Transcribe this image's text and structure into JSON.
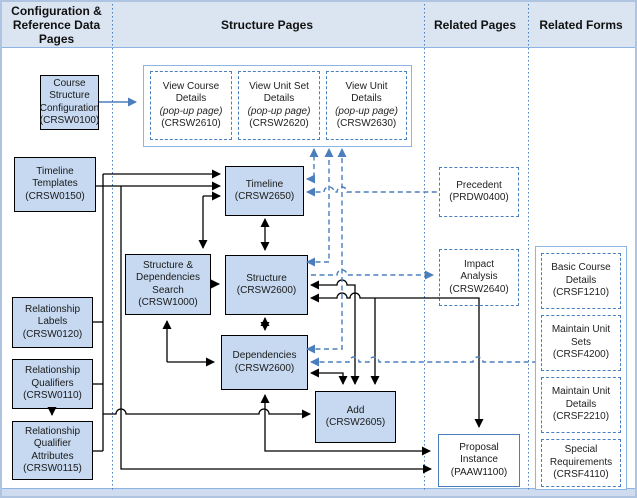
{
  "columns": [
    {
      "id": "config",
      "title": "Configuration & Reference Data Pages"
    },
    {
      "id": "structure",
      "title": "Structure Pages"
    },
    {
      "id": "related_pages",
      "title": "Related Pages"
    },
    {
      "id": "related_forms",
      "title": "Related Forms"
    }
  ],
  "nodes": {
    "course_config": {
      "lines": [
        "Course",
        "Structure",
        "Configuration",
        "(CRSW0100)"
      ]
    },
    "timeline_templates": {
      "lines": [
        "Timeline",
        "Templates",
        "(CRSW0150)"
      ]
    },
    "relationship_labels": {
      "lines": [
        "Relationship",
        "Labels",
        "(CRSW0120)"
      ]
    },
    "relationship_qualifiers": {
      "lines": [
        "Relationship",
        "Qualifiers",
        "(CRSW0110)"
      ]
    },
    "relationship_qualifier_attributes": {
      "lines": [
        "Relationship",
        "Qualifier",
        "Attributes",
        "(CRSW0115)"
      ]
    },
    "view_course_details": {
      "lines": [
        "View Course",
        "Details",
        "(pop-up page)",
        "(CRSW2610)"
      ]
    },
    "view_unit_set_details": {
      "lines": [
        "View Unit Set",
        "Details",
        "(pop-up page)",
        "(CRSW2620)"
      ]
    },
    "view_unit_details": {
      "lines": [
        "View Unit",
        "Details",
        "(pop-up page)",
        "(CRSW2630)"
      ]
    },
    "timeline": {
      "lines": [
        "Timeline",
        "(CRSW2650)"
      ]
    },
    "structure_dependencies_search": {
      "lines": [
        "Structure &",
        "Dependencies",
        "Search",
        "(CRSW1000)"
      ]
    },
    "structure": {
      "lines": [
        "Structure",
        "(CRSW2600)"
      ]
    },
    "dependencies": {
      "lines": [
        "Dependencies",
        "(CRSW2600)"
      ]
    },
    "add": {
      "lines": [
        "Add",
        "(CRSW2605)"
      ]
    },
    "precedent": {
      "lines": [
        "Precedent",
        "(PRDW0400)"
      ]
    },
    "impact_analysis": {
      "lines": [
        "Impact",
        "Analysis",
        "(CRSW2640)"
      ]
    },
    "proposal_instance": {
      "lines": [
        "Proposal",
        "Instance",
        "(PAAW1100)"
      ]
    },
    "basic_course_details": {
      "lines": [
        "Basic Course",
        "Details",
        "(CRSF1210)"
      ]
    },
    "maintain_unit_sets": {
      "lines": [
        "Maintain Unit",
        "Sets",
        "(CRSF4200)"
      ]
    },
    "maintain_unit_details": {
      "lines": [
        "Maintain Unit",
        "Details",
        "(CRSF2210)"
      ]
    },
    "special_requirements": {
      "lines": [
        "Special",
        "Requirements",
        "(CRSF4110)"
      ]
    }
  },
  "edges": [
    {
      "from": "course_config",
      "to": "view_popup_pages",
      "style": "blue-solid",
      "arrows": "to"
    },
    {
      "from": "timeline_templates",
      "to": "timeline",
      "style": "black-solid",
      "arrows": "to"
    },
    {
      "from": "timeline_templates",
      "to": "proposal_instance",
      "style": "black-solid",
      "arrows": "to"
    },
    {
      "from": "relationship_pages_trunk",
      "to": "timeline",
      "style": "black-solid",
      "arrows": "to"
    },
    {
      "from": "relationship_pages_trunk",
      "to": "add",
      "style": "black-solid",
      "arrows": "to"
    },
    {
      "from": "relationship_qualifiers",
      "to": "relationship_qualifier_attributes",
      "style": "black-solid",
      "arrows": "to"
    },
    {
      "from": "structure_dependencies_search",
      "to": "timeline",
      "style": "black-solid",
      "arrows": "both"
    },
    {
      "from": "timeline",
      "to": "structure",
      "style": "black-solid",
      "arrows": "both"
    },
    {
      "from": "structure_dependencies_search",
      "to": "structure",
      "style": "black-solid",
      "arrows": "to"
    },
    {
      "from": "structure_dependencies_search",
      "to": "dependencies",
      "style": "black-solid",
      "arrows": "both"
    },
    {
      "from": "structure",
      "to": "dependencies",
      "style": "black-solid",
      "arrows": "both"
    },
    {
      "from": "structure",
      "to": "add",
      "style": "black-solid",
      "arrows": "both"
    },
    {
      "from": "dependencies",
      "to": "add",
      "style": "black-solid",
      "arrows": "both"
    },
    {
      "from": "structure",
      "to": "proposal_instance",
      "style": "black-solid",
      "arrows": "both"
    },
    {
      "from": "dependencies",
      "to": "proposal_instance",
      "style": "black-solid",
      "arrows": "both"
    },
    {
      "from": "timeline",
      "to": "view_popup_pages",
      "style": "blue-dashed",
      "arrows": "both"
    },
    {
      "from": "structure",
      "to": "view_popup_pages",
      "style": "blue-dashed",
      "arrows": "both"
    },
    {
      "from": "dependencies",
      "to": "view_popup_pages",
      "style": "blue-dashed",
      "arrows": "both"
    },
    {
      "from": "precedent",
      "to": "timeline",
      "style": "blue-dashed",
      "arrows": "to"
    },
    {
      "from": "structure",
      "to": "impact_analysis",
      "style": "blue-dashed",
      "arrows": "to"
    },
    {
      "from": "related_forms",
      "to": "dependencies",
      "style": "blue-dashed",
      "arrows": "to"
    }
  ],
  "colors": {
    "node_fill": "#c6d9f0",
    "header_fill": "#dbe5f1",
    "blue_line": "#4a7ebc",
    "container_border": "#8eb4e3"
  }
}
